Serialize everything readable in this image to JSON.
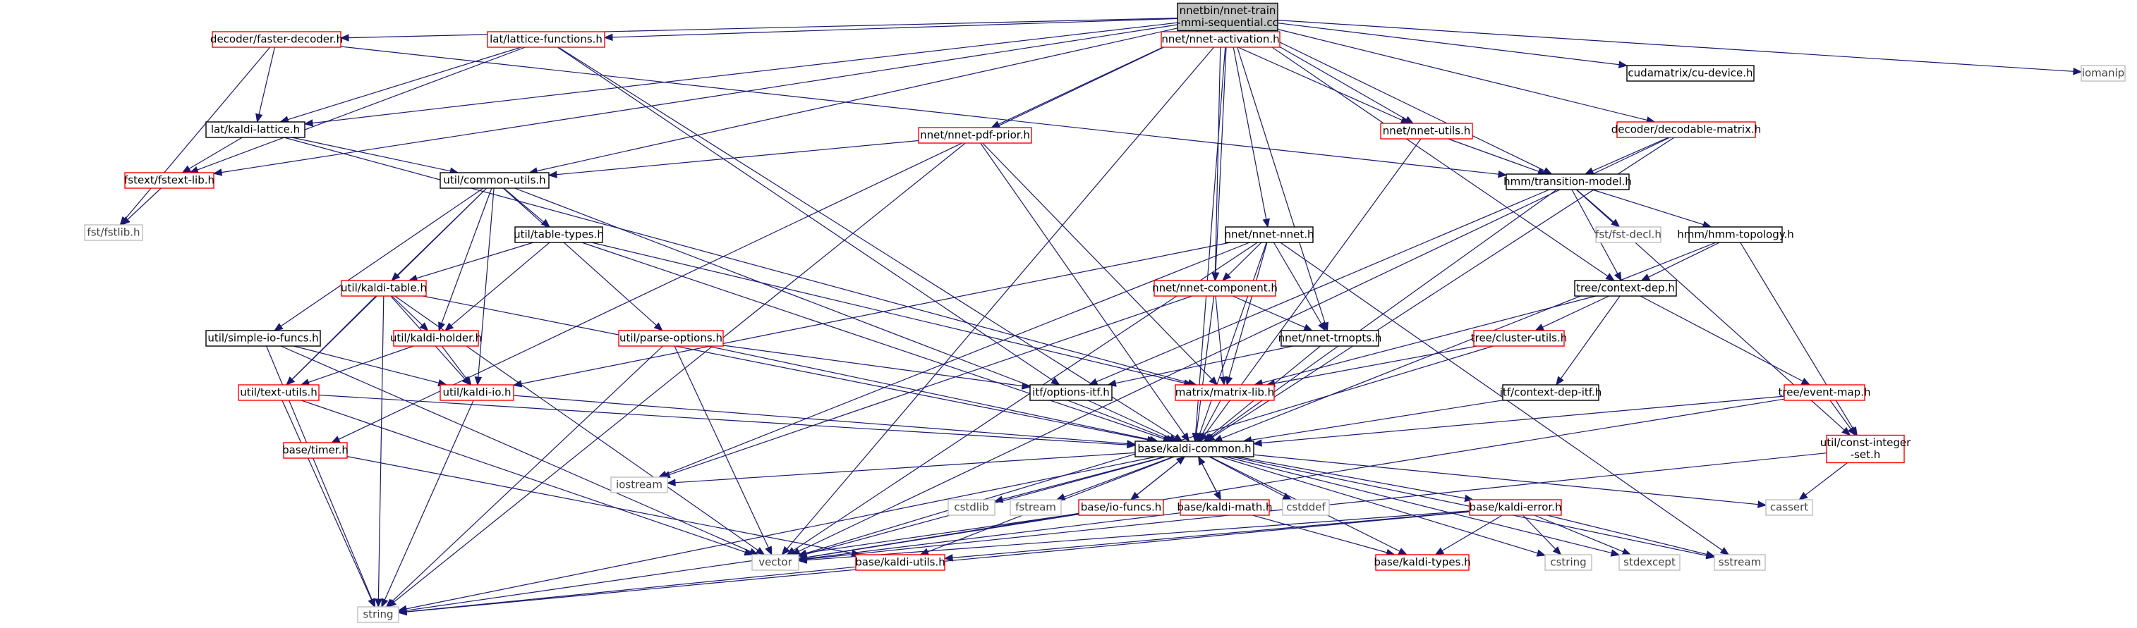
{
  "diagram": {
    "colors": {
      "edge": "#191970",
      "root_fill": "#bfbfbf",
      "linked_border": "#ff0000",
      "plain_border": "#000000",
      "system_border": "#bfbfbf",
      "system_text": "#404040",
      "text": "#000000"
    },
    "nodes": [
      {
        "id": "root",
        "lines": [
          "nnetbin/nnet-train",
          "-mmi-sequential.cc"
        ],
        "style": "root"
      },
      {
        "id": "faster",
        "lines": [
          "decoder/faster-decoder.h"
        ],
        "style": "red"
      },
      {
        "id": "latfun",
        "lines": [
          "lat/lattice-functions.h"
        ],
        "style": "red"
      },
      {
        "id": "nnact",
        "lines": [
          "nnet/nnet-activation.h"
        ],
        "style": "red"
      },
      {
        "id": "cudev",
        "lines": [
          "cudamatrix/cu-device.h"
        ],
        "style": "black"
      },
      {
        "id": "iomanip",
        "lines": [
          "iomanip"
        ],
        "style": "gray"
      },
      {
        "id": "kaldilat",
        "lines": [
          "lat/kaldi-lattice.h"
        ],
        "style": "black"
      },
      {
        "id": "pdfprior",
        "lines": [
          "nnet/nnet-pdf-prior.h"
        ],
        "style": "red"
      },
      {
        "id": "nnutils",
        "lines": [
          "nnet/nnet-utils.h"
        ],
        "style": "red"
      },
      {
        "id": "decmat",
        "lines": [
          "decoder/decodable-matrix.h"
        ],
        "style": "red"
      },
      {
        "id": "fstextlib",
        "lines": [
          "fstext/fstext-lib.h"
        ],
        "style": "red"
      },
      {
        "id": "commonutils",
        "lines": [
          "util/common-utils.h"
        ],
        "style": "black"
      },
      {
        "id": "transmodel",
        "lines": [
          "hmm/transition-model.h"
        ],
        "style": "black"
      },
      {
        "id": "fstlib",
        "lines": [
          "fst/fstlib.h"
        ],
        "style": "gray"
      },
      {
        "id": "tabletypes",
        "lines": [
          "util/table-types.h"
        ],
        "style": "black"
      },
      {
        "id": "nnetnnet",
        "lines": [
          "nnet/nnet-nnet.h"
        ],
        "style": "black"
      },
      {
        "id": "fstdecl",
        "lines": [
          "fst/fst-decl.h"
        ],
        "style": "gray"
      },
      {
        "id": "hmmtopo",
        "lines": [
          "hmm/hmm-topology.h"
        ],
        "style": "black"
      },
      {
        "id": "kalditable",
        "lines": [
          "util/kaldi-table.h"
        ],
        "style": "red"
      },
      {
        "id": "nncomp",
        "lines": [
          "nnet/nnet-component.h"
        ],
        "style": "red"
      },
      {
        "id": "ctxdep",
        "lines": [
          "tree/context-dep.h"
        ],
        "style": "black"
      },
      {
        "id": "simpleio",
        "lines": [
          "util/simple-io-funcs.h"
        ],
        "style": "black"
      },
      {
        "id": "holder",
        "lines": [
          "util/kaldi-holder.h"
        ],
        "style": "red"
      },
      {
        "id": "parseopt",
        "lines": [
          "util/parse-options.h"
        ],
        "style": "red"
      },
      {
        "id": "trnopts",
        "lines": [
          "nnet/nnet-trnopts.h"
        ],
        "style": "black"
      },
      {
        "id": "cluster",
        "lines": [
          "tree/cluster-utils.h"
        ],
        "style": "red"
      },
      {
        "id": "textutils",
        "lines": [
          "util/text-utils.h"
        ],
        "style": "red"
      },
      {
        "id": "kaldiio",
        "lines": [
          "util/kaldi-io.h"
        ],
        "style": "red"
      },
      {
        "id": "optitf",
        "lines": [
          "itf/options-itf.h"
        ],
        "style": "black"
      },
      {
        "id": "matlib",
        "lines": [
          "matrix/matrix-lib.h"
        ],
        "style": "red"
      },
      {
        "id": "ctxitf",
        "lines": [
          "itf/context-dep-itf.h"
        ],
        "style": "black"
      },
      {
        "id": "eventmap",
        "lines": [
          "tree/event-map.h"
        ],
        "style": "red"
      },
      {
        "id": "timer",
        "lines": [
          "base/timer.h"
        ],
        "style": "red"
      },
      {
        "id": "kcommon",
        "lines": [
          "base/kaldi-common.h"
        ],
        "style": "black"
      },
      {
        "id": "constint",
        "lines": [
          "util/const-integer",
          "-set.h"
        ],
        "style": "red"
      },
      {
        "id": "iostream",
        "lines": [
          "iostream"
        ],
        "style": "gray"
      },
      {
        "id": "cstdlib",
        "lines": [
          "cstdlib"
        ],
        "style": "gray"
      },
      {
        "id": "fstream",
        "lines": [
          "fstream"
        ],
        "style": "gray"
      },
      {
        "id": "iofuncs",
        "lines": [
          "base/io-funcs.h"
        ],
        "style": "red"
      },
      {
        "id": "kmath",
        "lines": [
          "base/kaldi-math.h"
        ],
        "style": "red"
      },
      {
        "id": "cstddef",
        "lines": [
          "cstddef"
        ],
        "style": "gray"
      },
      {
        "id": "kerror",
        "lines": [
          "base/kaldi-error.h"
        ],
        "style": "red"
      },
      {
        "id": "cassert",
        "lines": [
          "cassert"
        ],
        "style": "gray"
      },
      {
        "id": "vector",
        "lines": [
          "vector"
        ],
        "style": "gray"
      },
      {
        "id": "kutils",
        "lines": [
          "base/kaldi-utils.h"
        ],
        "style": "red"
      },
      {
        "id": "ktypes",
        "lines": [
          "base/kaldi-types.h"
        ],
        "style": "red"
      },
      {
        "id": "cstring",
        "lines": [
          "cstring"
        ],
        "style": "gray"
      },
      {
        "id": "stdexcept",
        "lines": [
          "stdexcept"
        ],
        "style": "gray"
      },
      {
        "id": "sstream",
        "lines": [
          "sstream"
        ],
        "style": "gray"
      },
      {
        "id": "string",
        "lines": [
          "string"
        ],
        "style": "gray"
      }
    ],
    "edges": [
      [
        "root",
        "faster"
      ],
      [
        "root",
        "latfun"
      ],
      [
        "root",
        "nnact"
      ],
      [
        "root",
        "cudev"
      ],
      [
        "root",
        "iomanip"
      ],
      [
        "root",
        "kaldilat"
      ],
      [
        "root",
        "pdfprior"
      ],
      [
        "root",
        "nnutils"
      ],
      [
        "root",
        "decmat"
      ],
      [
        "root",
        "fstextlib"
      ],
      [
        "root",
        "commonutils"
      ],
      [
        "root",
        "transmodel"
      ],
      [
        "root",
        "nnetnnet"
      ],
      [
        "root",
        "nncomp"
      ],
      [
        "root",
        "ctxdep"
      ],
      [
        "root",
        "trnopts"
      ],
      [
        "root",
        "timer"
      ],
      [
        "root",
        "kcommon"
      ],
      [
        "faster",
        "kaldilat"
      ],
      [
        "faster",
        "fstlib"
      ],
      [
        "faster",
        "transmodel"
      ],
      [
        "latfun",
        "kaldilat"
      ],
      [
        "latfun",
        "fstextlib"
      ],
      [
        "latfun",
        "optitf"
      ],
      [
        "latfun",
        "kcommon"
      ],
      [
        "nnact",
        "nncomp"
      ],
      [
        "nnact",
        "nnutils"
      ],
      [
        "nnact",
        "vector"
      ],
      [
        "kaldilat",
        "fstextlib"
      ],
      [
        "kaldilat",
        "commonutils"
      ],
      [
        "kaldilat",
        "matlib"
      ],
      [
        "pdfprior",
        "commonutils"
      ],
      [
        "pdfprior",
        "matlib"
      ],
      [
        "pdfprior",
        "kcommon"
      ],
      [
        "pdfprior",
        "string"
      ],
      [
        "nnutils",
        "transmodel"
      ],
      [
        "nnutils",
        "kcommon"
      ],
      [
        "decmat",
        "transmodel"
      ],
      [
        "decmat",
        "vector"
      ],
      [
        "decmat",
        "kcommon"
      ],
      [
        "fstextlib",
        "fstlib"
      ],
      [
        "commonutils",
        "tabletypes"
      ],
      [
        "commonutils",
        "kalditable"
      ],
      [
        "commonutils",
        "simpleio"
      ],
      [
        "commonutils",
        "holder"
      ],
      [
        "commonutils",
        "parseopt"
      ],
      [
        "commonutils",
        "textutils"
      ],
      [
        "commonutils",
        "kaldiio"
      ],
      [
        "commonutils",
        "kcommon"
      ],
      [
        "transmodel",
        "fstdecl"
      ],
      [
        "transmodel",
        "hmmtopo"
      ],
      [
        "transmodel",
        "ctxdep"
      ],
      [
        "transmodel",
        "optitf"
      ],
      [
        "transmodel",
        "constint"
      ],
      [
        "transmodel",
        "kcommon"
      ],
      [
        "tabletypes",
        "kalditable"
      ],
      [
        "tabletypes",
        "holder"
      ],
      [
        "tabletypes",
        "matlib"
      ],
      [
        "tabletypes",
        "kcommon"
      ],
      [
        "nnetnnet",
        "nncomp"
      ],
      [
        "nnetnnet",
        "trnopts"
      ],
      [
        "nnetnnet",
        "matlib"
      ],
      [
        "nnetnnet",
        "kaldiio"
      ],
      [
        "nnetnnet",
        "iostream"
      ],
      [
        "nnetnnet",
        "sstream"
      ],
      [
        "nnetnnet",
        "vector"
      ],
      [
        "nnetnnet",
        "kcommon"
      ],
      [
        "hmmtopo",
        "ctxdep"
      ],
      [
        "hmmtopo",
        "constint"
      ],
      [
        "hmmtopo",
        "kcommon"
      ],
      [
        "kalditable",
        "holder"
      ],
      [
        "kalditable",
        "kaldiio"
      ],
      [
        "kalditable",
        "textutils"
      ],
      [
        "kalditable",
        "vector"
      ],
      [
        "kalditable",
        "string"
      ],
      [
        "kalditable",
        "kcommon"
      ],
      [
        "nncomp",
        "trnopts"
      ],
      [
        "nncomp",
        "matlib"
      ],
      [
        "nncomp",
        "iostream"
      ],
      [
        "nncomp",
        "kcommon"
      ],
      [
        "ctxdep",
        "cluster"
      ],
      [
        "ctxdep",
        "ctxitf"
      ],
      [
        "ctxdep",
        "eventmap"
      ],
      [
        "ctxdep",
        "matlib"
      ],
      [
        "simpleio",
        "kaldiio"
      ],
      [
        "simpleio",
        "string"
      ],
      [
        "simpleio",
        "vector"
      ],
      [
        "holder",
        "kaldiio"
      ],
      [
        "holder",
        "textutils"
      ],
      [
        "parseopt",
        "optitf"
      ],
      [
        "parseopt",
        "string"
      ],
      [
        "parseopt",
        "vector"
      ],
      [
        "parseopt",
        "kcommon"
      ],
      [
        "trnopts",
        "optitf"
      ],
      [
        "trnopts",
        "kcommon"
      ],
      [
        "cluster",
        "matlib"
      ],
      [
        "cluster",
        "vector"
      ],
      [
        "textutils",
        "string"
      ],
      [
        "textutils",
        "vector"
      ],
      [
        "textutils",
        "kcommon"
      ],
      [
        "kaldiio",
        "string"
      ],
      [
        "kaldiio",
        "kcommon"
      ],
      [
        "optitf",
        "kcommon"
      ],
      [
        "matlib",
        "kcommon"
      ],
      [
        "ctxitf",
        "kcommon"
      ],
      [
        "eventmap",
        "constint"
      ],
      [
        "eventmap",
        "kcommon"
      ],
      [
        "eventmap",
        "vector"
      ],
      [
        "timer",
        "kutils"
      ],
      [
        "kcommon",
        "iostream"
      ],
      [
        "kcommon",
        "cstdlib"
      ],
      [
        "kcommon",
        "fstream"
      ],
      [
        "kcommon",
        "iofuncs"
      ],
      [
        "kcommon",
        "kmath"
      ],
      [
        "kcommon",
        "cstddef"
      ],
      [
        "kcommon",
        "kerror"
      ],
      [
        "kcommon",
        "cassert"
      ],
      [
        "kcommon",
        "vector"
      ],
      [
        "kcommon",
        "kutils"
      ],
      [
        "kcommon",
        "ktypes"
      ],
      [
        "kcommon",
        "cstring"
      ],
      [
        "kcommon",
        "stdexcept"
      ],
      [
        "kcommon",
        "sstream"
      ],
      [
        "kcommon",
        "string"
      ],
      [
        "constint",
        "vector"
      ],
      [
        "constint",
        "cassert"
      ],
      [
        "iofuncs",
        "kcommon"
      ],
      [
        "iofuncs",
        "vector"
      ],
      [
        "iofuncs",
        "string"
      ],
      [
        "kmath",
        "kcommon"
      ],
      [
        "kmath",
        "ktypes"
      ],
      [
        "kmath",
        "vector"
      ],
      [
        "kerror",
        "ktypes"
      ],
      [
        "kerror",
        "kutils"
      ],
      [
        "kerror",
        "cstring"
      ],
      [
        "kerror",
        "stdexcept"
      ],
      [
        "kerror",
        "sstream"
      ],
      [
        "kerror",
        "string"
      ],
      [
        "kerror",
        "vector"
      ],
      [
        "kutils",
        "string"
      ]
    ]
  }
}
